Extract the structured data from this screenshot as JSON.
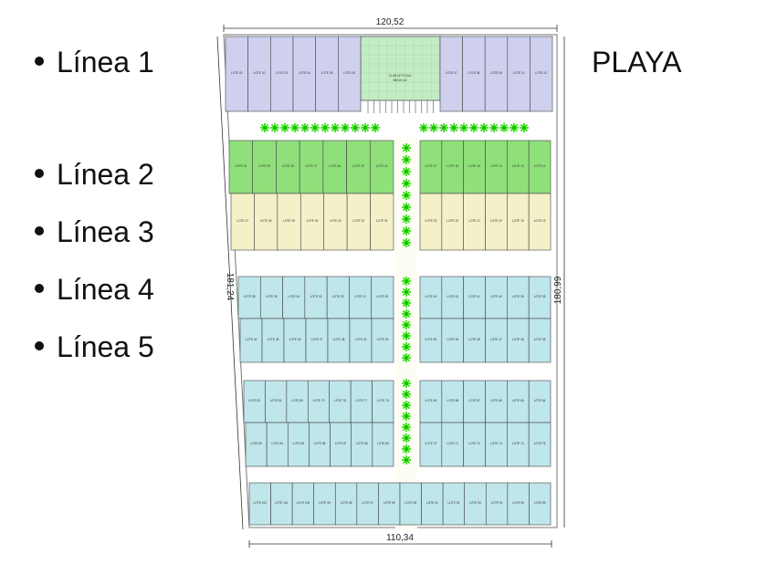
{
  "legend": {
    "lines": [
      "Línea 1",
      "Línea 2",
      "Línea 3",
      "Línea 4",
      "Línea 5"
    ]
  },
  "beach_label": "PLAYA",
  "plan": {
    "dimensions": {
      "top": "120,52",
      "bottom": "110,34",
      "left": "181,24",
      "right": "180,99"
    },
    "club_label": "CLUB DE PLAYA",
    "club_area": "985.15 m2",
    "colors": {
      "line1": "#cfd0ee",
      "line2": "#8fe07a",
      "line3": "#f4f0c8",
      "line45": "#bfe6ea",
      "club": "#c4ecc4",
      "palm": "#22dd00",
      "street": "#f7f7e6",
      "outline": "#444444"
    },
    "row1_left_lotes": [
      "LOTE 01",
      "LOTE 02",
      "LOTE 03",
      "LOTE 04",
      "LOTE 05",
      "LOTE 06"
    ],
    "row1_right_lotes": [
      "LOTE 07",
      "LOTE 08",
      "LOTE 09",
      "LOTE 10",
      "LOTE 11"
    ],
    "row2_left_lotes": [
      "LOTE 30",
      "LOTE 29",
      "LOTE 28",
      "LOTE 27",
      "LOTE 26",
      "LOTE 25",
      "LOTE 24"
    ],
    "row2_right_lotes": [
      "LOTE 17",
      "LOTE 16",
      "LOTE 15",
      "LOTE 14",
      "LOTE 13",
      "LOTE 12"
    ],
    "row3_left_lotes": [
      "LOTE 37",
      "LOTE 36",
      "LOTE 35",
      "LOTE 34",
      "LOTE 33",
      "LOTE 32",
      "LOTE 31"
    ],
    "row3_right_lotes": [
      "LOTE 23",
      "LOTE 22",
      "LOTE 21",
      "LOTE 20",
      "LOTE 19",
      "LOTE 18"
    ],
    "row4_left_lotes": [
      "LOTE 38",
      "LOTE 35",
      "LOTE 34",
      "LOTE 33",
      "LOTE 32",
      "LOTE 31",
      "LOTE 30"
    ],
    "row4_right_lotes": [
      "LOTE 43",
      "LOTE 42",
      "LOTE 41",
      "LOTE 40",
      "LOTE 39",
      "LOTE 38"
    ],
    "row5_left_lotes": [
      "LOTE 44",
      "LOTE 45",
      "LOTE 46",
      "LOTE 47",
      "LOTE 48",
      "LOTE 49",
      "LOTE 50"
    ],
    "row5_right_lotes": [
      "LOTE 50",
      "LOTE 49",
      "LOTE 48",
      "LOTE 47",
      "LOTE 46",
      "LOTE 45"
    ],
    "row6_left_lotes": [
      "LOTE 82",
      "LOTE 81",
      "LOTE 80",
      "LOTE 79",
      "LOTE 78",
      "LOTE 77",
      "LOTE 76"
    ],
    "row6_right_lotes": [
      "LOTE 69",
      "LOTE 68",
      "LOTE 67",
      "LOTE 66",
      "LOTE 65",
      "LOTE 64"
    ],
    "row7_left_lotes": [
      "LOTE 83",
      "LOTE 84",
      "LOTE 85",
      "LOTE 86",
      "LOTE 87",
      "LOTE 88",
      "LOTE 89"
    ],
    "row7_right_lotes": [
      "LOTE 70",
      "LOTE 71",
      "LOTE 72",
      "LOTE 73",
      "LOTE 74",
      "LOTE 75"
    ],
    "row8_lotes": [
      "LOTE 102",
      "LOTE 101",
      "LOTE 100",
      "LOTE 99",
      "LOTE 98",
      "LOTE 97",
      "LOTE 96",
      "LOTE 95",
      "LOTE 94",
      "LOTE 93",
      "LOTE 92",
      "LOTE 91",
      "LOTE 90",
      "LOTE 89"
    ]
  }
}
